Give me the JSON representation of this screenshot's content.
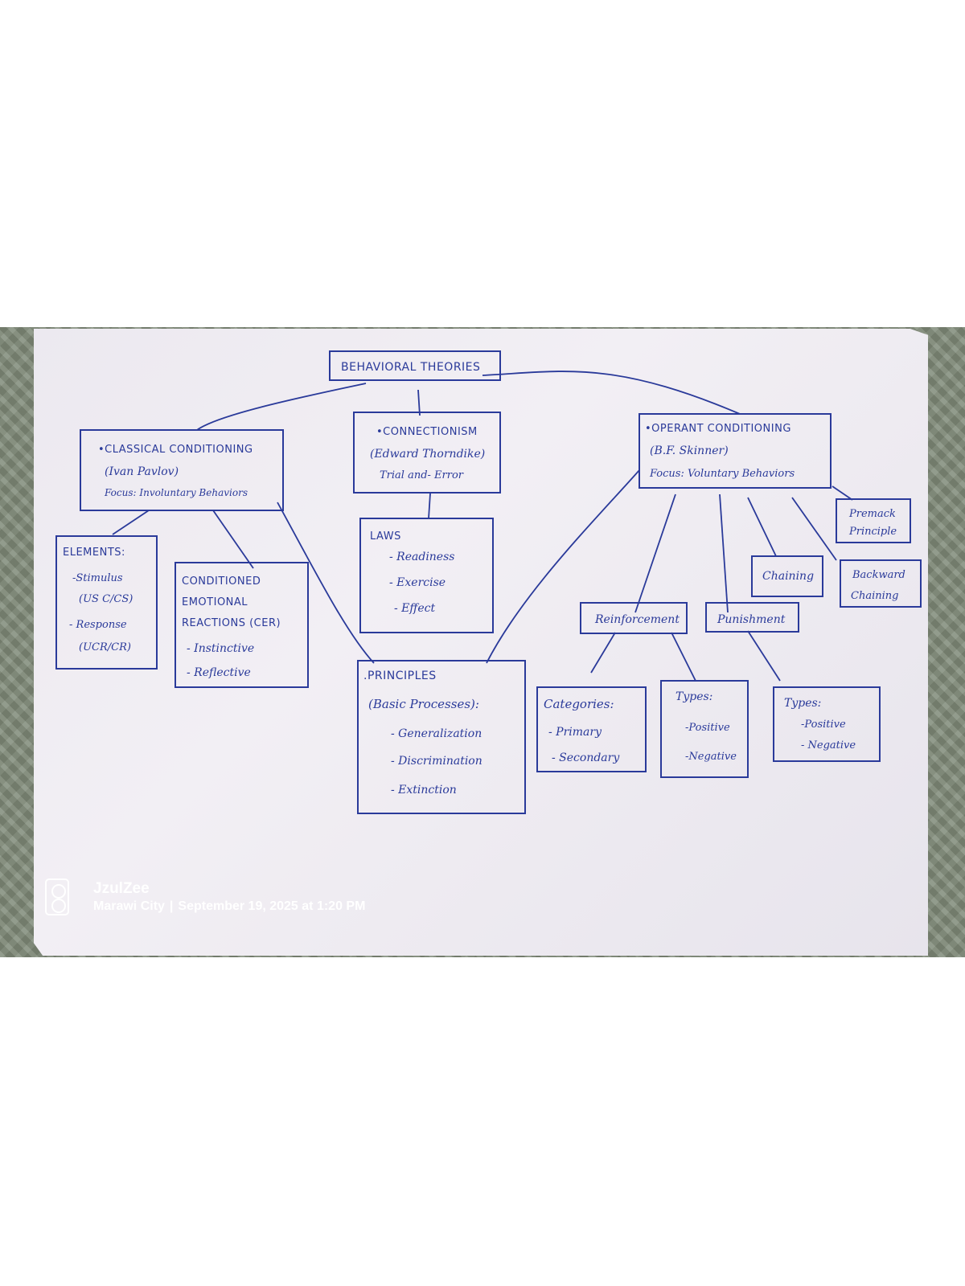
{
  "diagram": {
    "root": "BEHAVIORAL THEORIES",
    "classical": {
      "title": "•CLASSICAL CONDITIONING",
      "author": "(Ivan Pavlov)",
      "focus": "Focus: Involuntary Behaviors"
    },
    "connectionism": {
      "title": "•CONNECTIONISM",
      "author": "(Edward Thorndike)",
      "sub": "Trial and- Error"
    },
    "operant": {
      "title": "•OPERANT CONDITIONING",
      "author": "(B.F. Skinner)",
      "focus": "Focus: Voluntary Behaviors"
    },
    "elements": {
      "title": "ELEMENTS:",
      "items": [
        "-Stimulus",
        "(US C/CS)",
        "- Response",
        "(UCR/CR)"
      ]
    },
    "cer": {
      "lines": [
        "CONDITIONED",
        "EMOTIONAL",
        "REACTIONS (CER)"
      ],
      "items": [
        "- Instinctive",
        "- Reflective"
      ]
    },
    "laws": {
      "title": "LAWS",
      "items": [
        "- Readiness",
        "- Exercise",
        "- Effect"
      ]
    },
    "principles": {
      "title": ".PRINCIPLES",
      "sub": "(Basic Processes):",
      "items": [
        "- Generalization",
        "- Discrimination",
        "- Extinction"
      ]
    },
    "premack": [
      "Premack",
      "Principle"
    ],
    "chaining": "Chaining",
    "backward": [
      "Backward",
      "Chaining"
    ],
    "reinforcement": "Reinforcement",
    "punishment": "Punishment",
    "categories": {
      "title": "Categories:",
      "items": [
        "- Primary",
        "- Secondary"
      ]
    },
    "reinf_types": {
      "title": "Types:",
      "items": [
        "-Positive",
        "-Negative"
      ]
    },
    "pun_types": {
      "title": "Types:",
      "items": [
        "-Positive",
        "- Negative"
      ]
    }
  },
  "watermark": {
    "name": "JzulZee",
    "location": "Marawi City",
    "separator": "|",
    "datetime": "September 19, 2025 at 1:20 PM",
    "icon": "camera-icon"
  }
}
